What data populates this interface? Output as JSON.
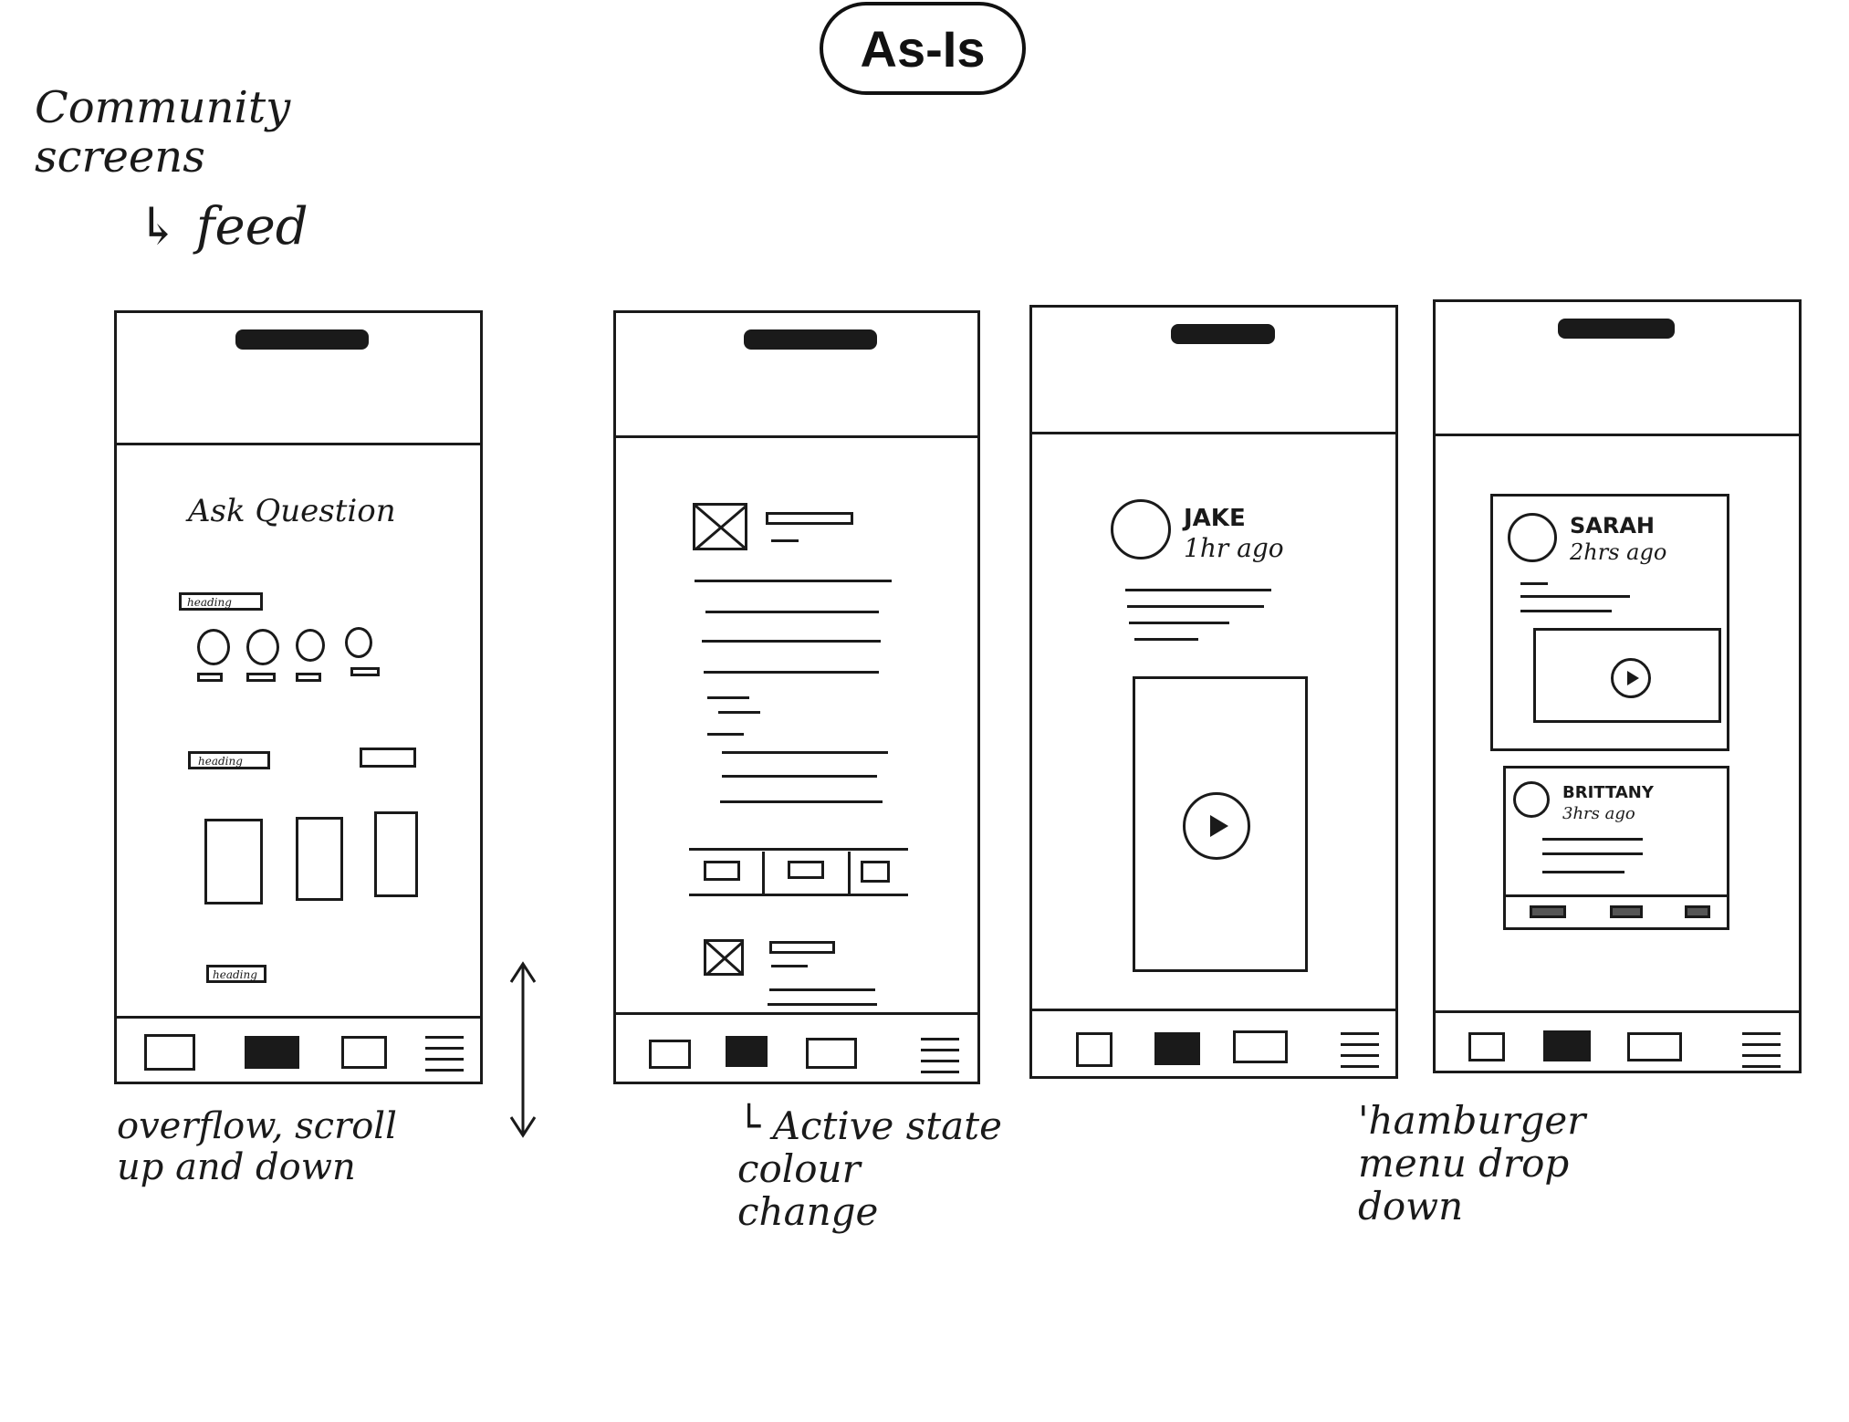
{
  "title": "As-Is",
  "notes": {
    "community": "Community screens",
    "feed": "↳ feed",
    "overflow": "overflow, scroll up and down",
    "active": "└ Active state colour change",
    "hamburger": "'hamburger menu drop down"
  },
  "screen1": {
    "ask": "Ask Question",
    "heading1": "heading",
    "heading2": "heading",
    "heading3": "heading"
  },
  "screen3": {
    "name": "JAKE",
    "time": "1hr ago"
  },
  "screen4": {
    "post1": {
      "name": "SARAH",
      "time": "2hrs ago"
    },
    "post2": {
      "name": "BRITTANY",
      "time": "3hrs ago"
    }
  },
  "icons": {
    "play": "play-icon",
    "hamburger": "hamburger-icon",
    "image_placeholder": "image-placeholder-icon",
    "avatar": "avatar-icon",
    "scroll_arrow": "double-arrow-icon"
  }
}
